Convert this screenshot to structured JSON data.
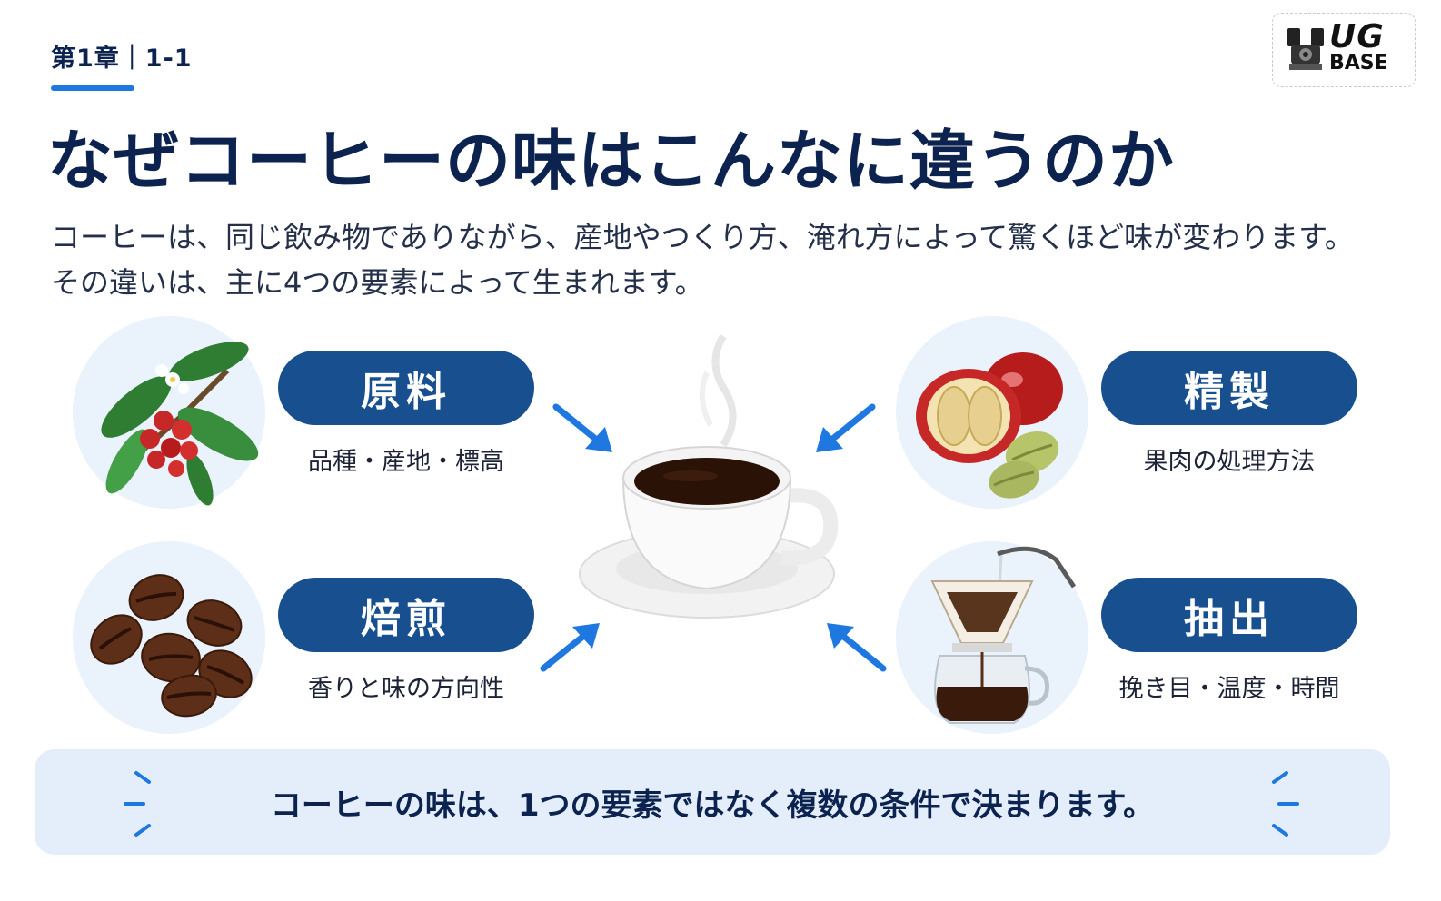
{
  "header": {
    "chapter": "第1章｜1-1",
    "title": "なぜコーヒーの味はこんなに違うのか",
    "lead_lines": [
      "コーヒーは、同じ飲み物でありながら、産地やつくり方、淹れ方によって驚くほど味が変わります。",
      "その違いは、主に4つの要素によって生まれます。"
    ]
  },
  "logo": {
    "line1": "UG",
    "line2": "BASE"
  },
  "factors": [
    {
      "label": "原料",
      "caption": "品種・産地・標高",
      "icon": "coffee-cherry-branch-icon"
    },
    {
      "label": "精製",
      "caption": "果肉の処理方法",
      "icon": "cherry-cross-section-icon"
    },
    {
      "label": "焙煎",
      "caption": "香りと味の方向性",
      "icon": "roasted-beans-icon"
    },
    {
      "label": "抽出",
      "caption": "挽き目・温度・時間",
      "icon": "pour-over-dripper-icon"
    }
  ],
  "center": {
    "icon": "coffee-cup-icon"
  },
  "summary": "コーヒーの味は、1つの要素ではなく複数の条件で決まります。",
  "colors": {
    "navy": "#0c2350",
    "pill": "#174f8f",
    "accent": "#1e78e0",
    "circle": "#eaf2fc",
    "banner": "#e4eefb"
  }
}
